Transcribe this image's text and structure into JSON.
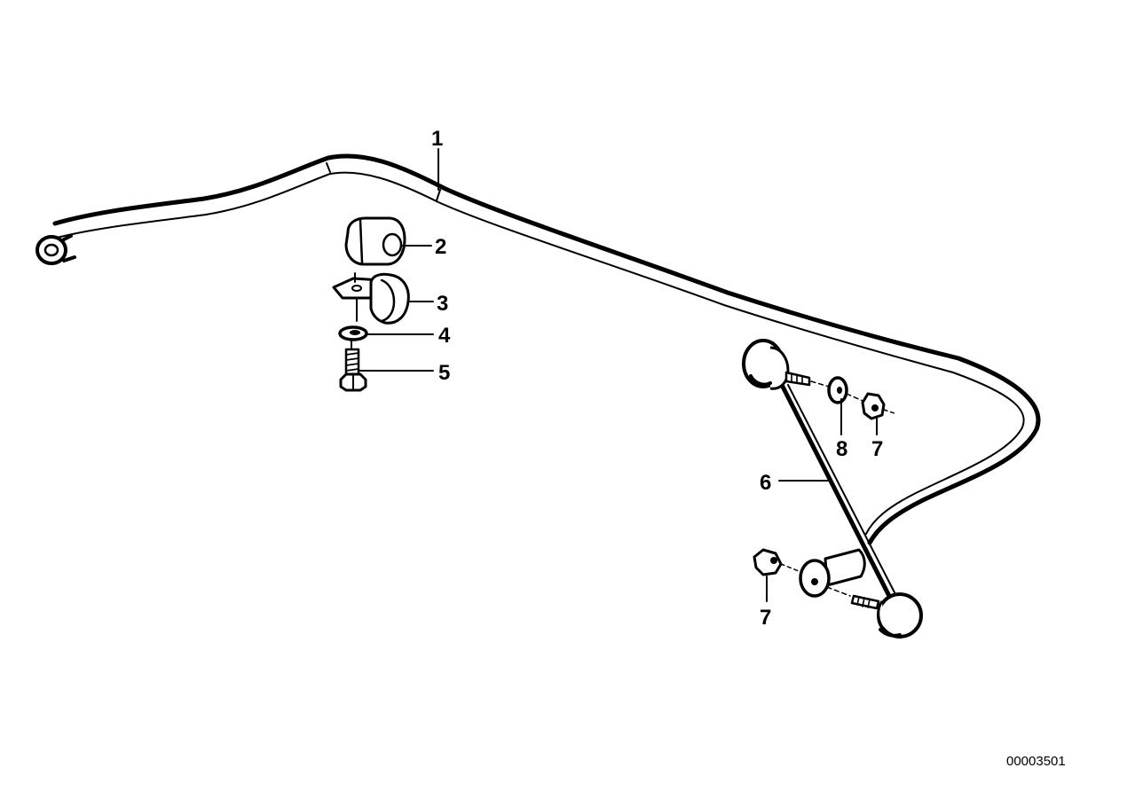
{
  "callouts": [
    {
      "id": "1",
      "label": "1"
    },
    {
      "id": "2",
      "label": "2"
    },
    {
      "id": "3",
      "label": "3"
    },
    {
      "id": "4",
      "label": "4"
    },
    {
      "id": "5",
      "label": "5"
    },
    {
      "id": "6",
      "label": "6"
    },
    {
      "id": "7a",
      "label": "7"
    },
    {
      "id": "8",
      "label": "8"
    },
    {
      "id": "7b",
      "label": "7"
    }
  ],
  "reference_number": "00003501"
}
